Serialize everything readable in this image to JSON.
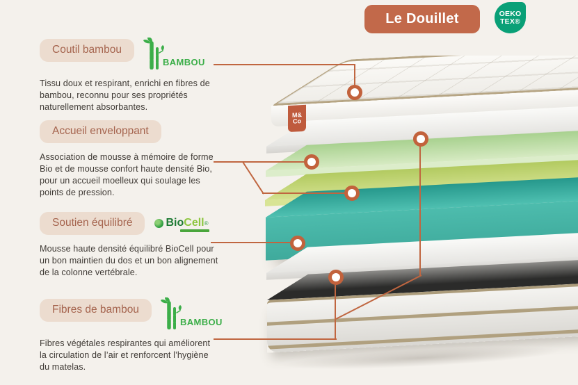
{
  "header": {
    "title": "Le Douillet",
    "badge_line1": "OEKO",
    "badge_line2": "TEX®"
  },
  "brand_tag": {
    "line1": "M&",
    "line2": "Co"
  },
  "logos": {
    "bambou_text": "BAMBOU",
    "biocell_bio": "Bio",
    "biocell_cell": "Cell",
    "biocell_reg": "®"
  },
  "sections": [
    {
      "label": "Coutil bambou",
      "description": "Tissu doux et respirant, enrichi en fibres de bambou, reconnu pour ses propriétés naturellement absorbantes."
    },
    {
      "label": "Accueil enveloppant",
      "description": "Association de mousse à mémoire de forme Bio et de mousse confort haute densité Bio, pour un accueil moelleux qui soulage les points de pression."
    },
    {
      "label": "Soutien équilibré",
      "description": "Mousse haute densité équilibré BioCell pour un bon maintien du dos et un bon alignement de la colonne vertébrale."
    },
    {
      "label": "Fibres de bambou",
      "description": "Fibres végétales respirantes qui améliorent la circulation de l’air et renforcent l’hygiène du matelas."
    }
  ],
  "colors": {
    "page_bg": "#f4f1ec",
    "title_bg": "#c2694a",
    "badge_green": "#09a077",
    "label_bg": "#ecdccf",
    "label_text": "#a5644e",
    "body_text": "#3f3a35",
    "logo_green": "#3cae49",
    "biocell_dark_green": "#1e7a34",
    "biocell_light_green": "#8dc63f",
    "callout_line": "#c06640",
    "marker_ring": "#c2623c",
    "layer_pale_green": "#cbe4b0",
    "layer_lime": "#ccdc82",
    "layer_teal": "#45b6a8",
    "layer_white": "#ececea",
    "layer_base_dark": "#3a3a3a",
    "piping_tan": "#b3a482"
  }
}
